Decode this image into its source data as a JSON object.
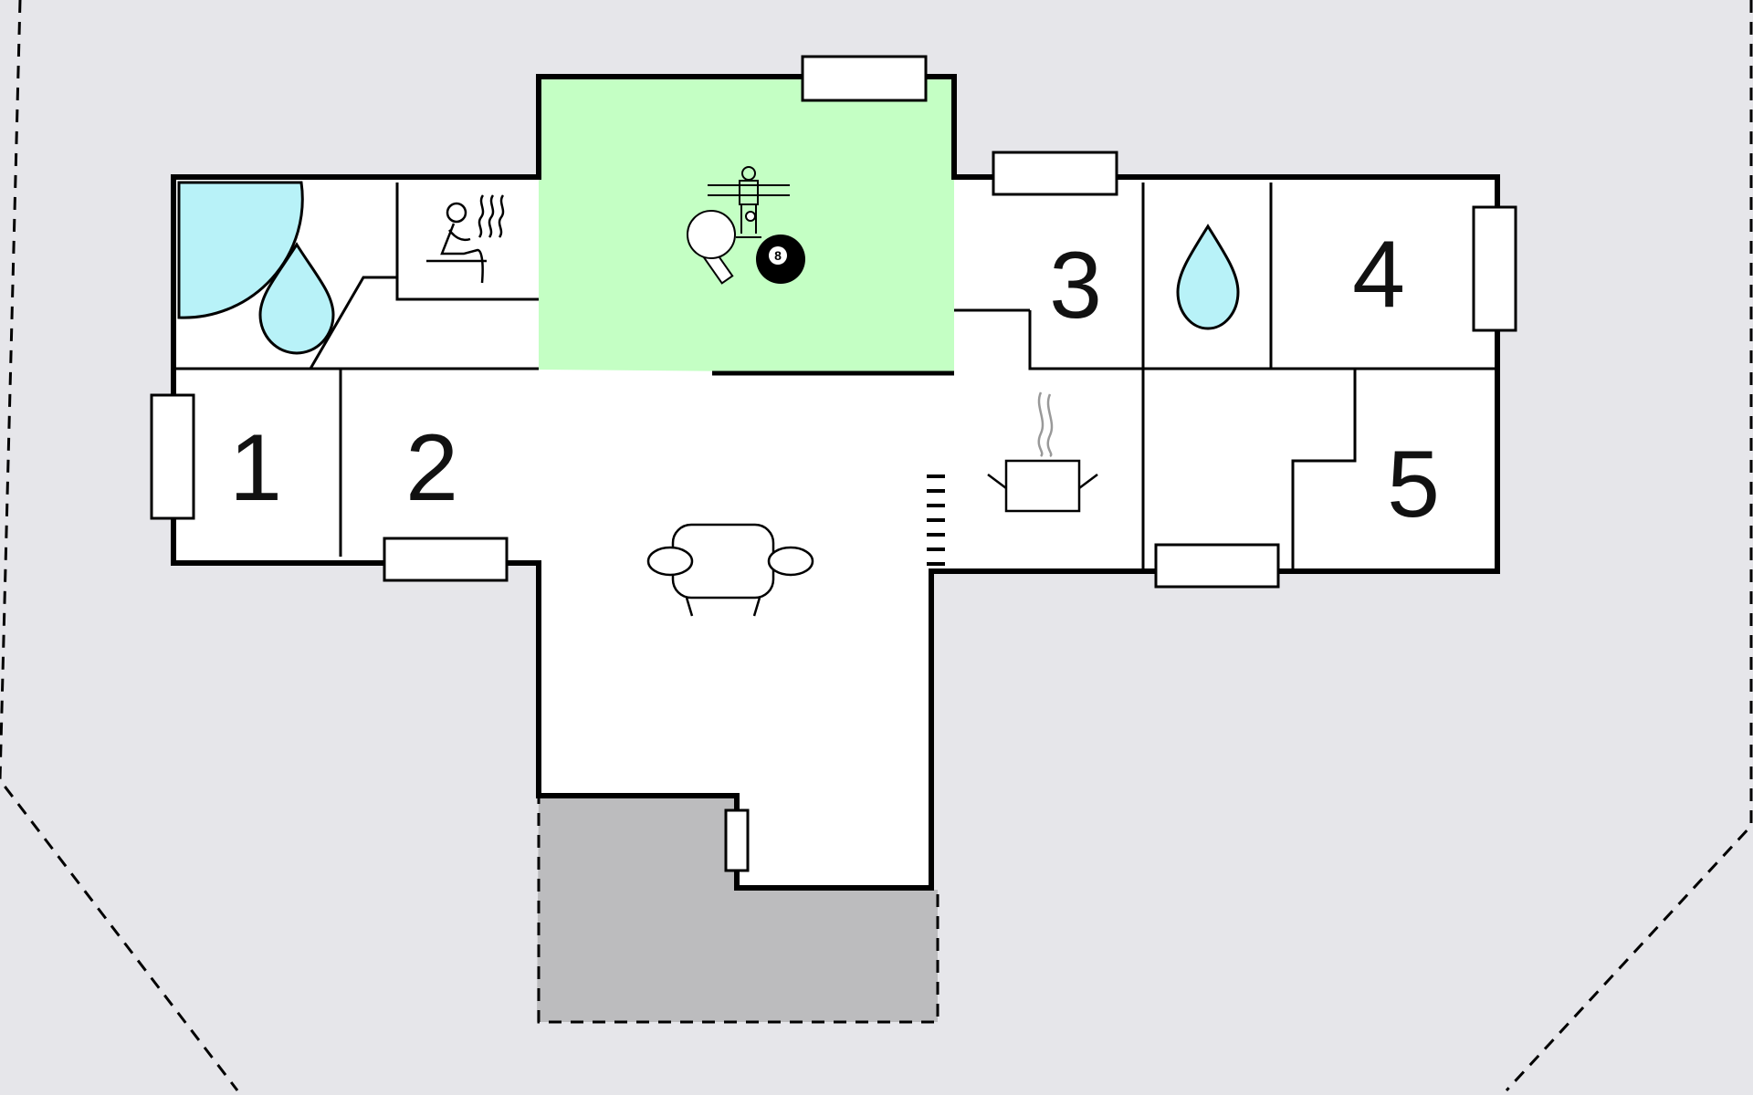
{
  "plan": {
    "rooms": [
      {
        "id": "bedroom-1",
        "number": "1"
      },
      {
        "id": "bedroom-2",
        "number": "2"
      },
      {
        "id": "bedroom-3",
        "number": "3"
      },
      {
        "id": "bedroom-4",
        "number": "4"
      },
      {
        "id": "bedroom-5",
        "number": "5"
      }
    ],
    "ball_number": "8",
    "icons": [
      "bathtub-icon",
      "water-drop-icon",
      "sauna-icon",
      "table-football-icon",
      "table-tennis-icon",
      "billiard-ball-icon",
      "sofa-icon",
      "cooking-pot-icon",
      "stairs-icon",
      "window-icon"
    ],
    "colors": {
      "plot": "#e6e6ea",
      "floor": "#ffffff",
      "activity_room": "#c4ffc4",
      "bathtub": "#b8f2f8",
      "terrace": "#bcbcbe",
      "walls": "#000000"
    }
  }
}
